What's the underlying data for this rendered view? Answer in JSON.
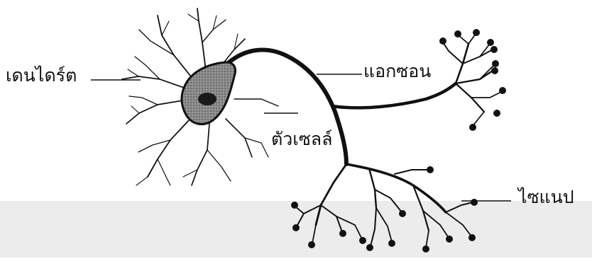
{
  "diagram": {
    "labels": {
      "dendrite": "เดนไดร์ต",
      "axon": "แอกซอน",
      "cell_body": "ตัวเซลล์",
      "synapse": "ไซแนป"
    },
    "colors": {
      "ink": "#111111",
      "cell_body_fill": "#7a7a7a",
      "nucleus_fill": "#1a1a1a",
      "lower_band": "#e9e9e9"
    }
  }
}
